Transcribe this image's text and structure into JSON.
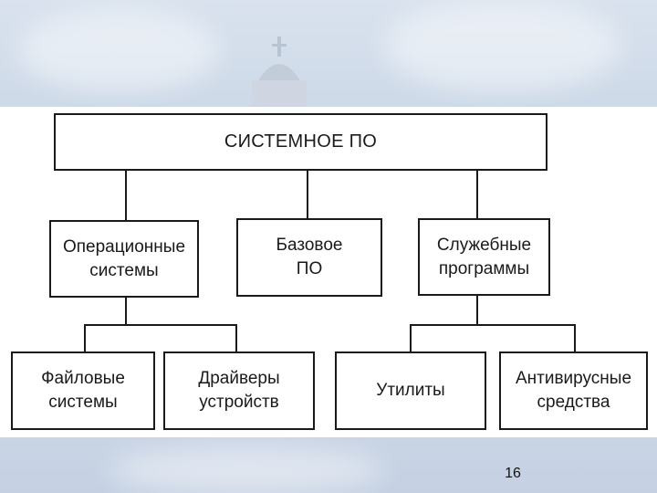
{
  "diagram": {
    "root": "СИСТЕМНОЕ ПО",
    "level1": [
      {
        "label": "Операционные\nсистемы"
      },
      {
        "label": "Базовое\nПО"
      },
      {
        "label": "Служебные\nпрограммы"
      }
    ],
    "level2_os": [
      {
        "label": "Файловые\nсистемы"
      },
      {
        "label": "Драйверы\nустройств"
      }
    ],
    "level2_util": [
      {
        "label": "Утилиты"
      },
      {
        "label": "Антивирусные\nсредства"
      }
    ]
  },
  "slide": {
    "number": "16"
  },
  "colors": {
    "line": "#1a1a1a",
    "background": "#ffffff"
  }
}
